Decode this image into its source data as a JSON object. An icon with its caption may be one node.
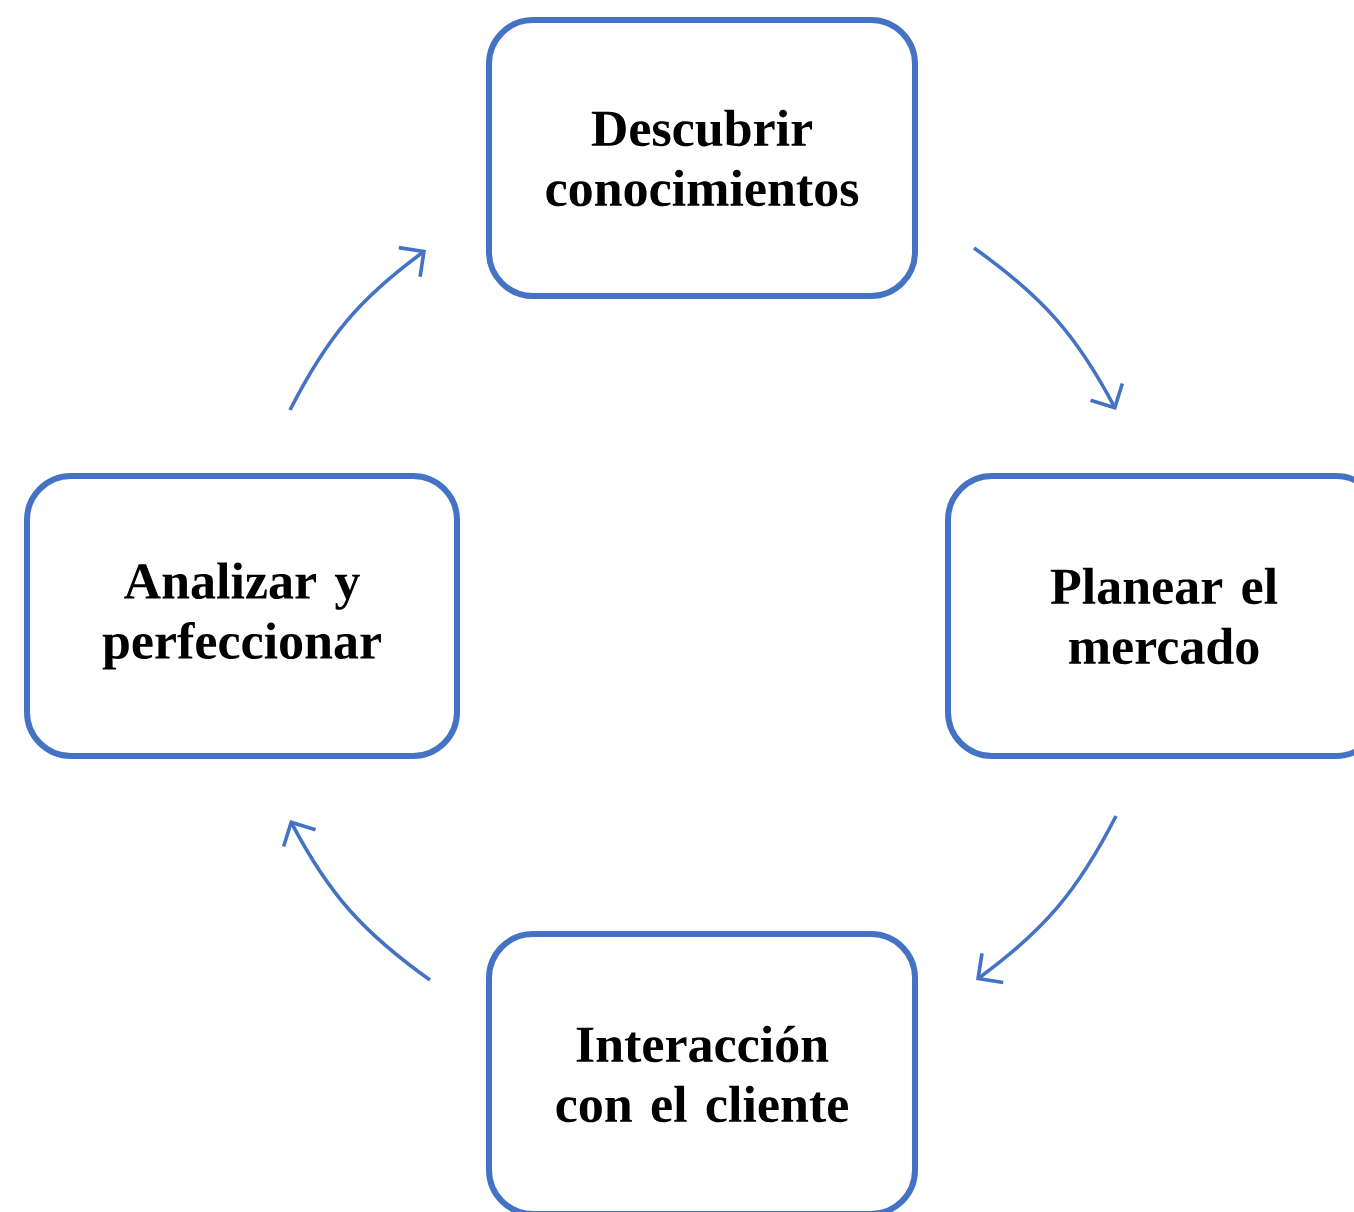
{
  "diagram": {
    "nodes": [
      {
        "text": [
          "Descubrir conocimientos"
        ]
      },
      {
        "text": [
          "Planear el mercado"
        ]
      },
      {
        "text": [
          "Interacción con el cliente"
        ]
      },
      {
        "text": [
          "Analizar y perfeccionar"
        ]
      }
    ],
    "edges": [
      {
        "from": 0,
        "to": 1,
        "arrow": "to"
      },
      {
        "from": 1,
        "to": 2,
        "arrow": "to"
      },
      {
        "from": 2,
        "to": 3,
        "arrow": "to"
      },
      {
        "from": 3,
        "to": 0,
        "arrow": "to"
      }
    ]
  }
}
